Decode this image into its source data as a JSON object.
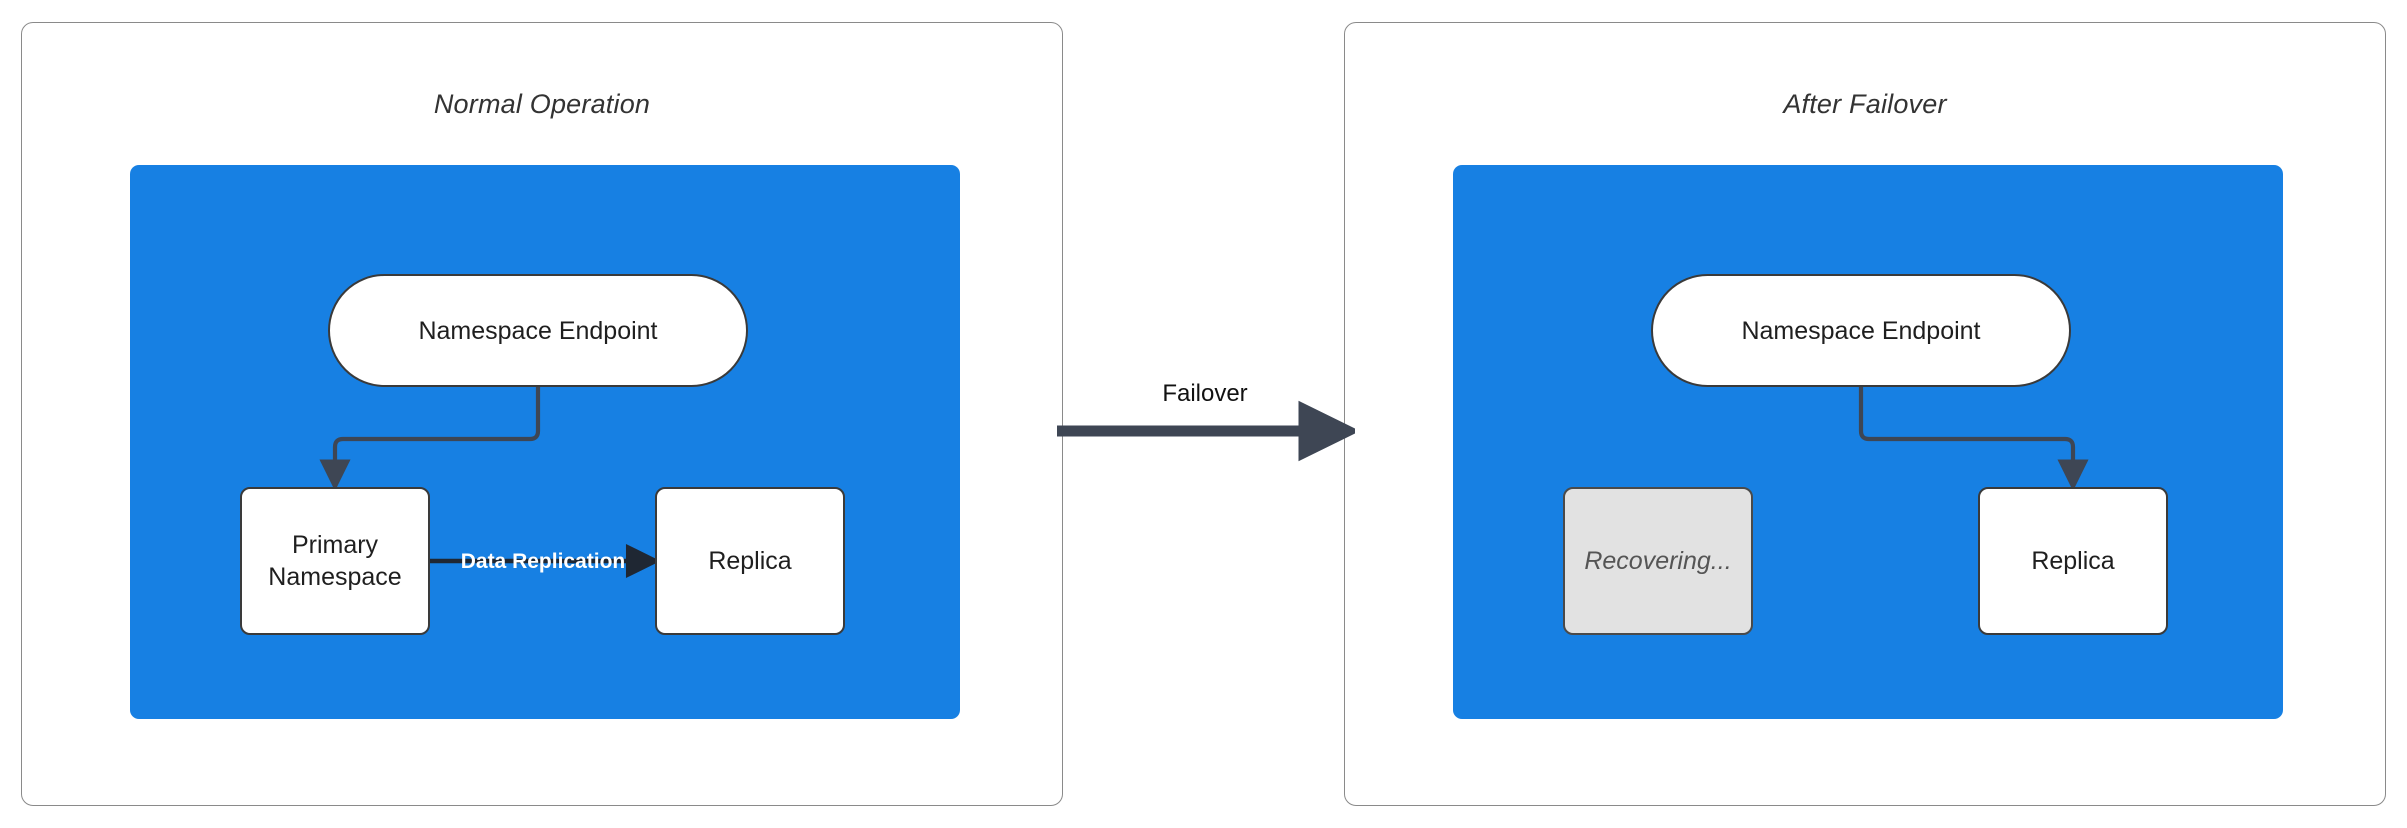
{
  "diagram": {
    "title_hidden": "",
    "colors": {
      "region_blue": "#1780E3",
      "node_white": "#FFFFFF",
      "node_muted_gray": "#E2E2E2",
      "stroke_dark": "#3A3A3A",
      "panel_border": "#8A8A8A",
      "connector_dark": "#3E4654",
      "label_white": "#FFFFFF",
      "text_dark": "#1F1F1F",
      "text_muted": "#555555"
    },
    "panels": [
      {
        "id": "normal-operation",
        "title": "Normal Operation",
        "nodes": [
          {
            "id": "endpoint",
            "label": "Namespace Endpoint",
            "shape": "stadium",
            "state": "active"
          },
          {
            "id": "primary",
            "label": "Primary\nNamespace",
            "line1": "Primary",
            "line2": "Namespace",
            "shape": "box",
            "state": "active"
          },
          {
            "id": "replica",
            "label": "Replica",
            "shape": "box",
            "state": "active"
          }
        ],
        "edges": [
          {
            "from": "endpoint",
            "to": "primary",
            "label": "",
            "style": "elbow-arrow"
          },
          {
            "from": "primary",
            "to": "replica",
            "label": "Data Replication",
            "style": "straight-arrow"
          }
        ]
      },
      {
        "id": "after-failover",
        "title": "After Failover",
        "nodes": [
          {
            "id": "endpoint",
            "label": "Namespace Endpoint",
            "shape": "stadium",
            "state": "active"
          },
          {
            "id": "recovering",
            "label": "Recovering...",
            "shape": "box",
            "state": "muted"
          },
          {
            "id": "replica",
            "label": "Replica",
            "shape": "box",
            "state": "active"
          }
        ],
        "edges": [
          {
            "from": "endpoint",
            "to": "replica",
            "label": "",
            "style": "elbow-arrow"
          }
        ]
      }
    ],
    "transition": {
      "label": "Failover",
      "direction": "left-to-right",
      "style": "thick-arrow"
    }
  }
}
